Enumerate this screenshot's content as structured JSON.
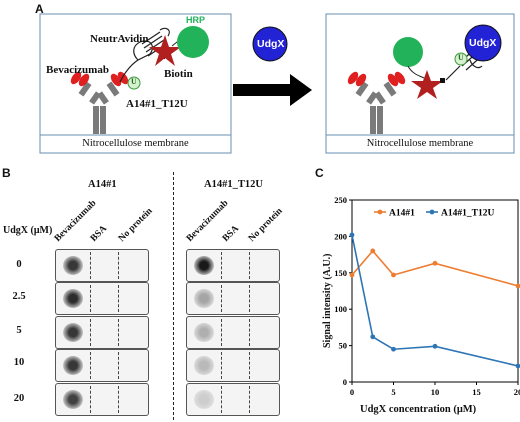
{
  "panels": {
    "a": "A",
    "b": "B",
    "c": "C"
  },
  "schematic": {
    "hrp": "HRP",
    "neutravidin": "NeutrAvidin",
    "bevacizumab": "Bevacizumab",
    "biotin": "Biotin",
    "aptamer": "A14#1_T12U",
    "uracil": "U",
    "udgx": "UdgX",
    "membrane": "Nitrocellulose membrane"
  },
  "blot": {
    "groups": [
      "A14#1",
      "A14#1_T12U"
    ],
    "columns": [
      "Bevacizumab",
      "BSA",
      "No protein"
    ],
    "row_header": "UdgX (μM)",
    "rows": [
      "0",
      "2.5",
      "5",
      "10",
      "20"
    ],
    "spot_intensity": {
      "A14#1": [
        0.85,
        0.9,
        0.85,
        0.85,
        0.8
      ],
      "A14#1_T12U": [
        1.0,
        0.3,
        0.25,
        0.2,
        0.1
      ]
    }
  },
  "chart_data": {
    "type": "line",
    "xlabel": "UdgX concentration (μM)",
    "ylabel": "Signal intensity (A.U.)",
    "x": [
      0,
      2.5,
      5,
      10,
      20
    ],
    "xlim": [
      0,
      20
    ],
    "ylim": [
      0,
      250
    ],
    "xticks": [
      0,
      5,
      10,
      15,
      20
    ],
    "yticks": [
      0,
      50,
      100,
      150,
      200,
      250
    ],
    "legend": "top",
    "series": [
      {
        "name": "A14#1",
        "color": "#ed7d31",
        "values": [
          147,
          180,
          147,
          163,
          132
        ]
      },
      {
        "name": "A14#1_T12U",
        "color": "#2e75b6",
        "values": [
          202,
          62,
          45,
          49,
          22
        ]
      }
    ]
  }
}
